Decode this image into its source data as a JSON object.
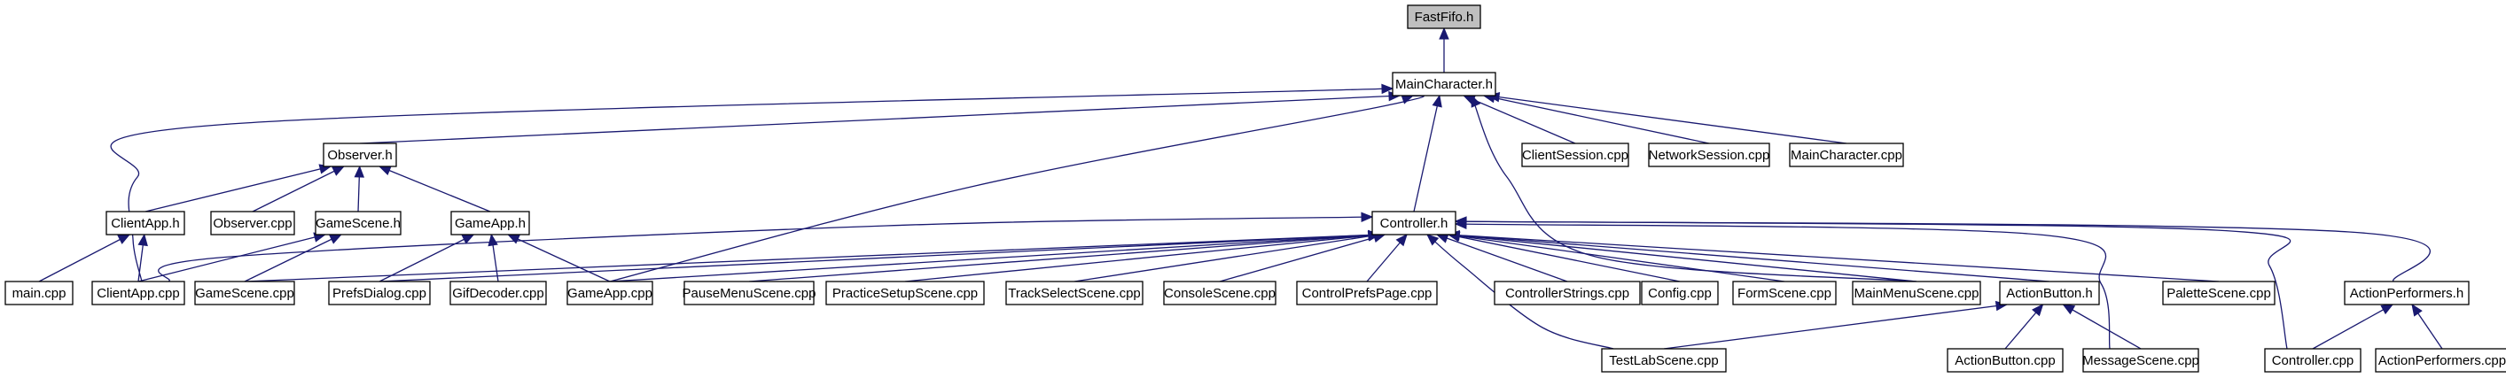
{
  "diagram": {
    "title_node": "FastFifo.h",
    "colors": {
      "node_fill": "#ffffff",
      "highlight_fill": "#bfbfbf",
      "node_stroke": "#000000",
      "edge": "#191970"
    },
    "nodes": [
      {
        "id": "fastfifo",
        "label": "FastFifo.h",
        "highlight": true
      },
      {
        "id": "maincharacter_h",
        "label": "MainCharacter.h"
      },
      {
        "id": "observer_h",
        "label": "Observer.h"
      },
      {
        "id": "clientsession",
        "label": "ClientSession.cpp"
      },
      {
        "id": "networksession",
        "label": "NetworkSession.cpp"
      },
      {
        "id": "maincharacter_cpp",
        "label": "MainCharacter.cpp"
      },
      {
        "id": "clientapp_h",
        "label": "ClientApp.h"
      },
      {
        "id": "observer_cpp",
        "label": "Observer.cpp"
      },
      {
        "id": "gamescene_h",
        "label": "GameScene.h"
      },
      {
        "id": "gameapp_h",
        "label": "GameApp.h"
      },
      {
        "id": "controller_h",
        "label": "Controller.h"
      },
      {
        "id": "main_cpp",
        "label": "main.cpp"
      },
      {
        "id": "clientapp_cpp",
        "label": "ClientApp.cpp"
      },
      {
        "id": "gamescene_cpp",
        "label": "GameScene.cpp"
      },
      {
        "id": "prefsdialog",
        "label": "PrefsDialog.cpp"
      },
      {
        "id": "gifdecoder",
        "label": "GifDecoder.cpp"
      },
      {
        "id": "gameapp_cpp",
        "label": "GameApp.cpp"
      },
      {
        "id": "pausemenu",
        "label": "PauseMenuScene.cpp"
      },
      {
        "id": "practicesetup",
        "label": "PracticeSetupScene.cpp"
      },
      {
        "id": "trackselect",
        "label": "TrackSelectScene.cpp"
      },
      {
        "id": "consolescene",
        "label": "ConsoleScene.cpp"
      },
      {
        "id": "controlprefs",
        "label": "ControlPrefsPage.cpp"
      },
      {
        "id": "controllerstrings",
        "label": "ControllerStrings.cpp"
      },
      {
        "id": "config",
        "label": "Config.cpp"
      },
      {
        "id": "formscene",
        "label": "FormScene.cpp"
      },
      {
        "id": "mainmenuscene",
        "label": "MainMenuScene.cpp"
      },
      {
        "id": "actionbutton_h",
        "label": "ActionButton.h"
      },
      {
        "id": "palettescene",
        "label": "PaletteScene.cpp"
      },
      {
        "id": "actionperformers_h",
        "label": "ActionPerformers.h"
      },
      {
        "id": "testlabscene",
        "label": "TestLabScene.cpp"
      },
      {
        "id": "actionbutton_cpp",
        "label": "ActionButton.cpp"
      },
      {
        "id": "messagescene",
        "label": "MessageScene.cpp"
      },
      {
        "id": "controller_cpp",
        "label": "Controller.cpp"
      },
      {
        "id": "actionperformers_cpp",
        "label": "ActionPerformers.cpp"
      }
    ],
    "edges": [
      {
        "from": "maincharacter_h",
        "to": "fastfifo"
      },
      {
        "from": "observer_h",
        "to": "maincharacter_h"
      },
      {
        "from": "clientsession",
        "to": "maincharacter_h"
      },
      {
        "from": "networksession",
        "to": "maincharacter_h"
      },
      {
        "from": "maincharacter_cpp",
        "to": "maincharacter_h"
      },
      {
        "from": "controller_h",
        "to": "maincharacter_h"
      },
      {
        "from": "clientapp_cpp",
        "to": "maincharacter_h"
      },
      {
        "from": "gameapp_cpp",
        "to": "maincharacter_h"
      },
      {
        "from": "mainmenuscene",
        "to": "maincharacter_h"
      },
      {
        "from": "clientapp_h",
        "to": "observer_h"
      },
      {
        "from": "observer_cpp",
        "to": "observer_h"
      },
      {
        "from": "gamescene_h",
        "to": "observer_h"
      },
      {
        "from": "gameapp_h",
        "to": "observer_h"
      },
      {
        "from": "main_cpp",
        "to": "clientapp_h"
      },
      {
        "from": "clientapp_cpp",
        "to": "clientapp_h"
      },
      {
        "from": "clientapp_cpp",
        "to": "gamescene_h"
      },
      {
        "from": "gamescene_cpp",
        "to": "gamescene_h"
      },
      {
        "from": "prefsdialog",
        "to": "gameapp_h"
      },
      {
        "from": "gifdecoder",
        "to": "gameapp_h"
      },
      {
        "from": "gameapp_cpp",
        "to": "gameapp_h"
      },
      {
        "from": "clientapp_cpp",
        "to": "controller_h"
      },
      {
        "from": "gamescene_cpp",
        "to": "controller_h"
      },
      {
        "from": "prefsdialog",
        "to": "controller_h"
      },
      {
        "from": "gameapp_cpp",
        "to": "controller_h"
      },
      {
        "from": "pausemenu",
        "to": "controller_h"
      },
      {
        "from": "practicesetup",
        "to": "controller_h"
      },
      {
        "from": "trackselect",
        "to": "controller_h"
      },
      {
        "from": "consolescene",
        "to": "controller_h"
      },
      {
        "from": "controlprefs",
        "to": "controller_h"
      },
      {
        "from": "controllerstrings",
        "to": "controller_h"
      },
      {
        "from": "config",
        "to": "controller_h"
      },
      {
        "from": "formscene",
        "to": "controller_h"
      },
      {
        "from": "mainmenuscene",
        "to": "controller_h"
      },
      {
        "from": "actionbutton_h",
        "to": "controller_h"
      },
      {
        "from": "palettescene",
        "to": "controller_h"
      },
      {
        "from": "actionperformers_h",
        "to": "controller_h"
      },
      {
        "from": "testlabscene",
        "to": "controller_h"
      },
      {
        "from": "messagescene",
        "to": "controller_h"
      },
      {
        "from": "controller_cpp",
        "to": "controller_h"
      },
      {
        "from": "testlabscene",
        "to": "actionbutton_h"
      },
      {
        "from": "actionbutton_cpp",
        "to": "actionbutton_h"
      },
      {
        "from": "messagescene",
        "to": "actionbutton_h"
      },
      {
        "from": "controller_cpp",
        "to": "actionperformers_h"
      },
      {
        "from": "actionperformers_cpp",
        "to": "actionperformers_h"
      }
    ]
  }
}
